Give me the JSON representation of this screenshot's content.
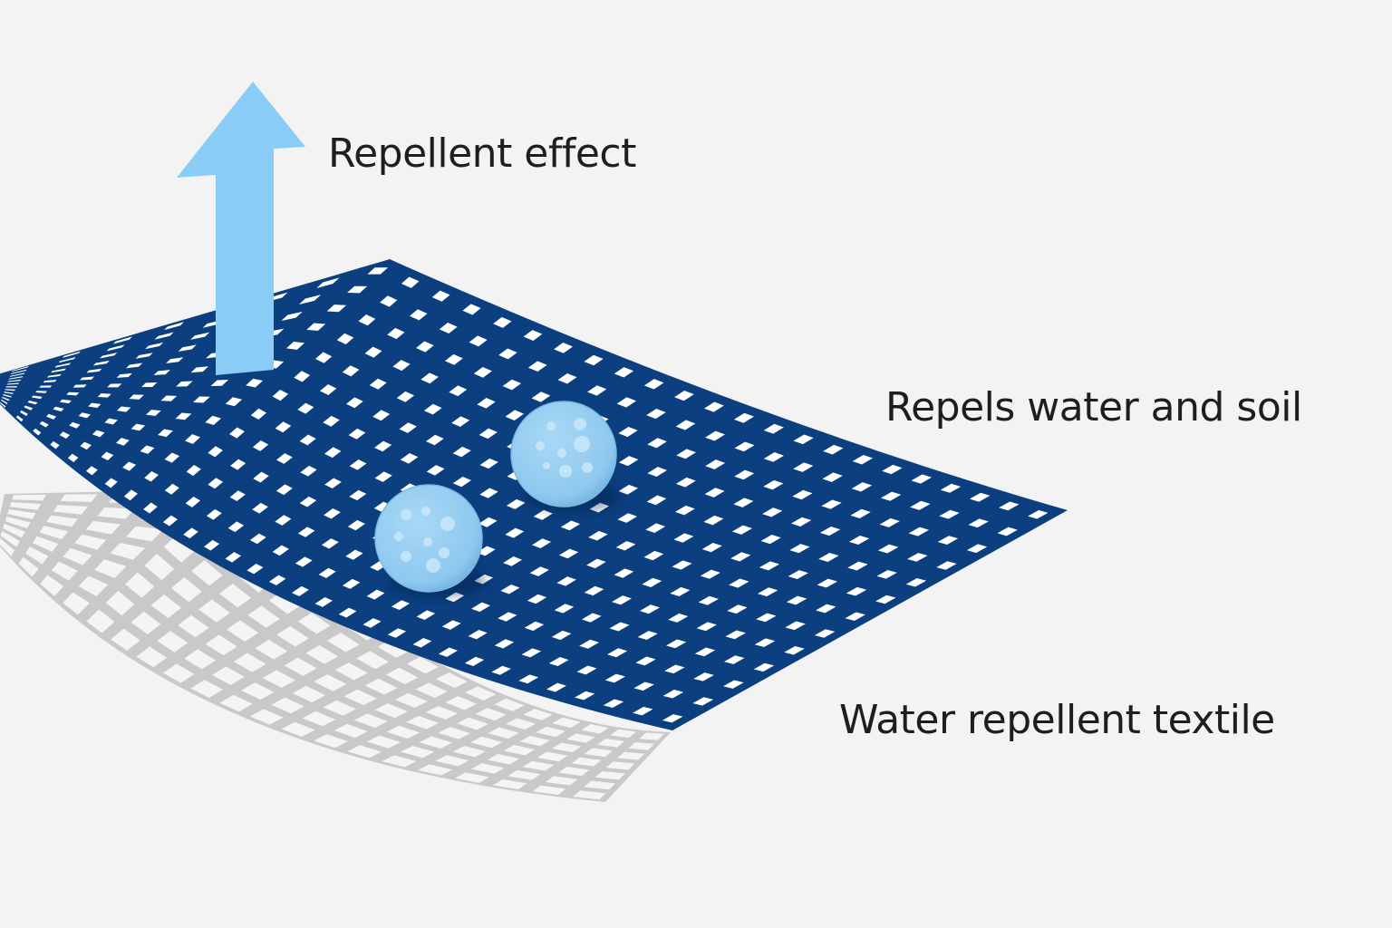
{
  "labels": {
    "repellent_effect": "Repellent effect",
    "repels_water_and_soil": "Repels water and soil",
    "water_repellent_textile": "Water repellent textile"
  },
  "colors": {
    "background": "#f3f3f3",
    "textile": "#0b3f7f",
    "textile_holes": "#ffffff",
    "shadow_mesh": "#c9c9c9",
    "arrow": "#89cdf6",
    "droplet": "#8ec8ef",
    "droplet_highlight": "#c9e7fa",
    "text": "#1e1e1e"
  },
  "droplets": [
    {
      "name": "upper"
    },
    {
      "name": "lower"
    }
  ]
}
